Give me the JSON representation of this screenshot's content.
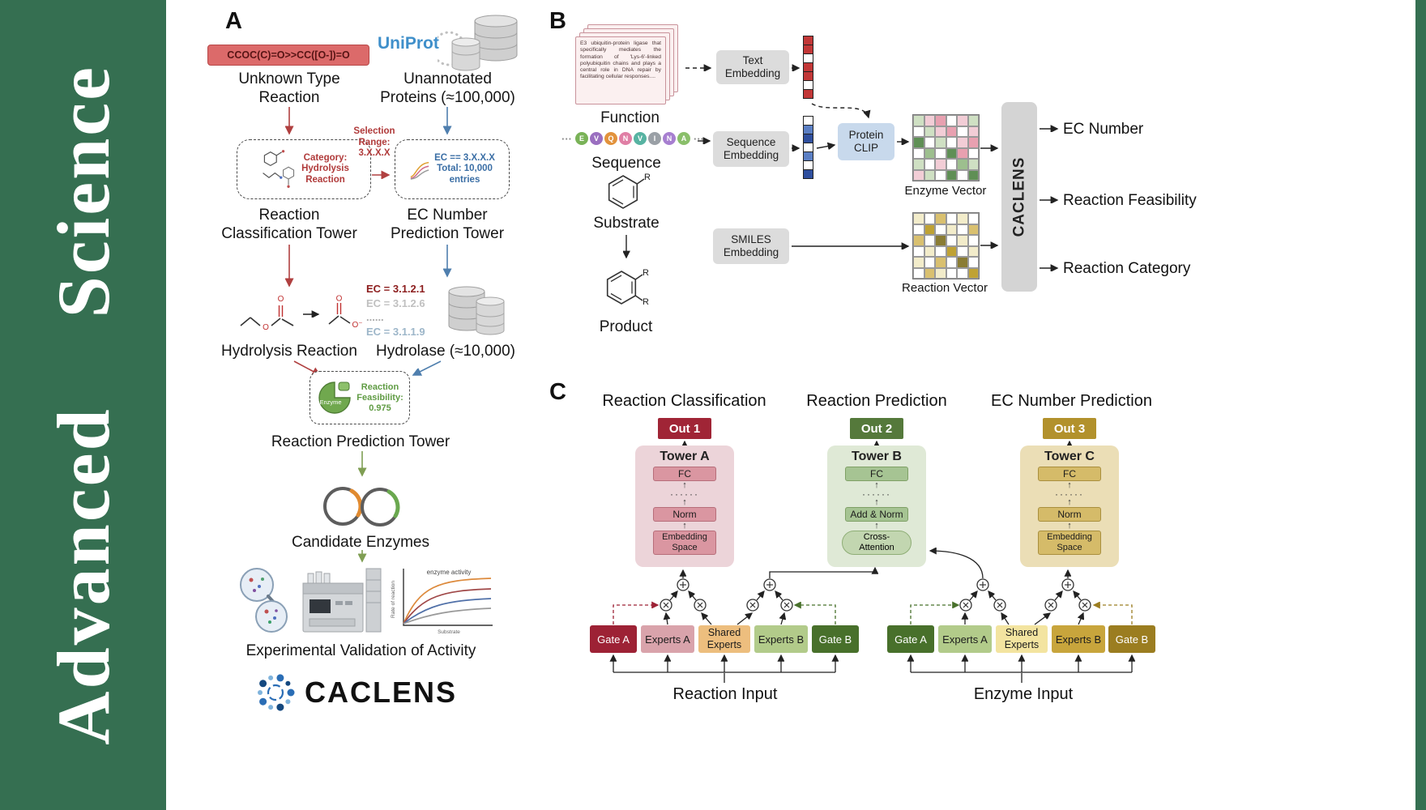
{
  "banner": {
    "word1": "Advanced",
    "word2": "Science"
  },
  "colors": {
    "banner_green": "#356f51",
    "red_accent": "#b04040",
    "blue_accent": "#4f7fae",
    "green_accent": "#7f9e53",
    "out1_red": "#a02536",
    "out2_green": "#55793b",
    "out3_gold": "#b2912c"
  },
  "panelA": {
    "label": "A",
    "smiles_box": "CCOC(C)=O>>CC([O-])=O",
    "unknown_line1": "Unknown Type",
    "unknown_line2": "Reaction",
    "uniprot": "UniProt",
    "unannotated_line1": "Unannotated",
    "unannotated_line2": "Proteins (≈100,000)",
    "category_line1": "Category:",
    "category_line2": "Hydrolysis",
    "category_line3": "Reaction",
    "selection_line1": "Selection",
    "selection_line2": "Range:",
    "selection_line3": "3.X.X.X",
    "ec_box_line1": "EC == 3.X.X.X",
    "ec_box_line2": "Total: 10,000",
    "ec_box_line3": "entries",
    "tower1_line1": "Reaction",
    "tower1_line2": "Classification Tower",
    "tower2_line1": "EC Number",
    "tower2_line2": "Prediction Tower",
    "hydrolysis_label": "Hydrolysis Reaction",
    "ec_list": [
      "EC = 3.1.2.1",
      "EC = 3.1.2.6",
      "......",
      "EC = 3.1.1.9"
    ],
    "hydrolase_label": "Hydrolase (≈10,000)",
    "enzyme_blob": "Enzyme",
    "feas_line1": "Reaction",
    "feas_line2": "Feasibility:",
    "feas_line3": "0.975",
    "rpt_label": "Reaction Prediction Tower",
    "candidates_label": "Candidate Enzymes",
    "graph_title": "enzyme activity",
    "graph_ylabel": "Rate of reaction",
    "graph_xlabel": "Substrate",
    "validation_label": "Experimental Validation of Activity",
    "logo_text": "CACLENS",
    "atom_o": "O",
    "atom_o_minus": "O⁻"
  },
  "panelB": {
    "label": "B",
    "card_text": "E3 ubiquitin-protein ligase that specifically mediates the formation of 'Lys-6'-linked polyubiquitin chains and plays a central role in DNA repair by facilitating cellular responses....",
    "function_label": "Function",
    "dots": "···",
    "sequence": [
      {
        "letter": "E",
        "color": "#79b257"
      },
      {
        "letter": "V",
        "color": "#9a6fc0"
      },
      {
        "letter": "Q",
        "color": "#e2923c"
      },
      {
        "letter": "N",
        "color": "#e07fa5"
      },
      {
        "letter": "V",
        "color": "#57b3a2"
      },
      {
        "letter": "I",
        "color": "#9aa0a6"
      },
      {
        "letter": "N",
        "color": "#a77fd0"
      },
      {
        "letter": "A",
        "color": "#8abf6a"
      }
    ],
    "sequence_label": "Sequence",
    "substrate_label": "Substrate",
    "product_label": "Product",
    "r_group": "R",
    "text_embedding_line1": "Text",
    "text_embedding_line2": "Embedding",
    "sequence_embedding_line1": "Sequence",
    "sequence_embedding_line2": "Embedding",
    "smiles_embedding_line1": "SMILES",
    "smiles_embedding_line2": "Embedding",
    "protein_clip_line1": "Protein",
    "protein_clip_line2": "CLIP",
    "text_vector": [
      "r",
      "r",
      "w",
      "r",
      "r",
      "w",
      "r"
    ],
    "seq_vector": [
      "w",
      "b",
      "d",
      "w",
      "b",
      "w",
      "d"
    ],
    "vector_palette": {
      "r": "#c23737",
      "w": "#ffffff",
      "b": "#5b7fc4",
      "d": "#2f4f9e"
    },
    "enzyme_matrix": [
      [
        "lg",
        "pk",
        "rs",
        "w",
        "pk",
        "lg"
      ],
      [
        "w",
        "lg",
        "pk",
        "rs",
        "w",
        "pk"
      ],
      [
        "dg",
        "w",
        "lg",
        "w",
        "pk",
        "rs"
      ],
      [
        "w",
        "mg",
        "w",
        "dg",
        "rs",
        "w"
      ],
      [
        "lg",
        "w",
        "pk",
        "w",
        "mg",
        "lg"
      ],
      [
        "pk",
        "lg",
        "w",
        "dg",
        "w",
        "dg"
      ]
    ],
    "reaction_matrix": [
      [
        "py",
        "w",
        "tn",
        "w",
        "py",
        "w"
      ],
      [
        "w",
        "mu",
        "w",
        "py",
        "w",
        "tn"
      ],
      [
        "tn",
        "w",
        "ol",
        "w",
        "py",
        "w"
      ],
      [
        "w",
        "py",
        "w",
        "mu",
        "w",
        "py"
      ],
      [
        "py",
        "w",
        "tn",
        "w",
        "ol",
        "w"
      ],
      [
        "w",
        "tn",
        "py",
        "w",
        "w",
        "mu"
      ]
    ],
    "matrix_palette": {
      "lg": "#cfe0c3",
      "mg": "#9dbf8e",
      "dg": "#5f8f55",
      "pk": "#f2cdd6",
      "rs": "#e8a0b0",
      "w": "#ffffff",
      "py": "#f2ecca",
      "tn": "#d9c06f",
      "ol": "#8a7c33",
      "mu": "#bfa234"
    },
    "enzyme_vector_label": "Enzyme Vector",
    "reaction_vector_label": "Reaction Vector",
    "caclens": "CACLENS",
    "output1": "EC Number",
    "output2": "Reaction Feasibility",
    "output3": "Reaction Category"
  },
  "panelC": {
    "label": "C",
    "header1": "Reaction Classification",
    "header2": "Reaction Prediction",
    "header3": "EC Number Prediction",
    "out1": "Out 1",
    "out2": "Out 2",
    "out3": "Out 3",
    "towerA_title": "Tower A",
    "towerB_title": "Tower B",
    "towerC_title": "Tower C",
    "fc": "FC",
    "dots": "······",
    "norm": "Norm",
    "add_norm": "Add & Norm",
    "attn_line1": "Cross-",
    "attn_line2": "Attention",
    "emb_line1": "Embedding",
    "emb_line2": "Space",
    "left_group": [
      "Gate A",
      "Experts A",
      "Shared Experts",
      "Experts B",
      "Gate B"
    ],
    "right_group": [
      "Gate A",
      "Experts A",
      "Shared Experts",
      "Experts B",
      "Gate B"
    ],
    "reaction_input": "Reaction Input",
    "enzyme_input": "Enzyme Input",
    "arrow_up": "↑"
  }
}
